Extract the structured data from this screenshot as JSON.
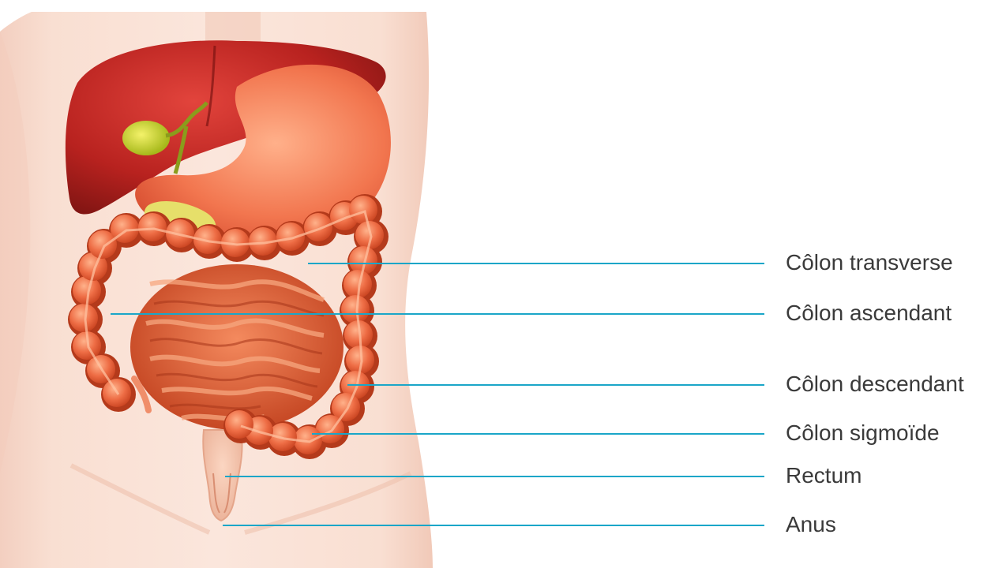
{
  "diagram": {
    "subject": "Digestive system with colon sections",
    "line_color": "#1aa6c8",
    "labels": [
      {
        "id": "transverse",
        "text": "Côlon transverse"
      },
      {
        "id": "ascending",
        "text": "Côlon ascendant"
      },
      {
        "id": "descending",
        "text": "Côlon descendant"
      },
      {
        "id": "sigmoid",
        "text": "Côlon sigmoïde"
      },
      {
        "id": "rectum",
        "text": "Rectum"
      },
      {
        "id": "anus",
        "text": "Anus"
      }
    ]
  }
}
